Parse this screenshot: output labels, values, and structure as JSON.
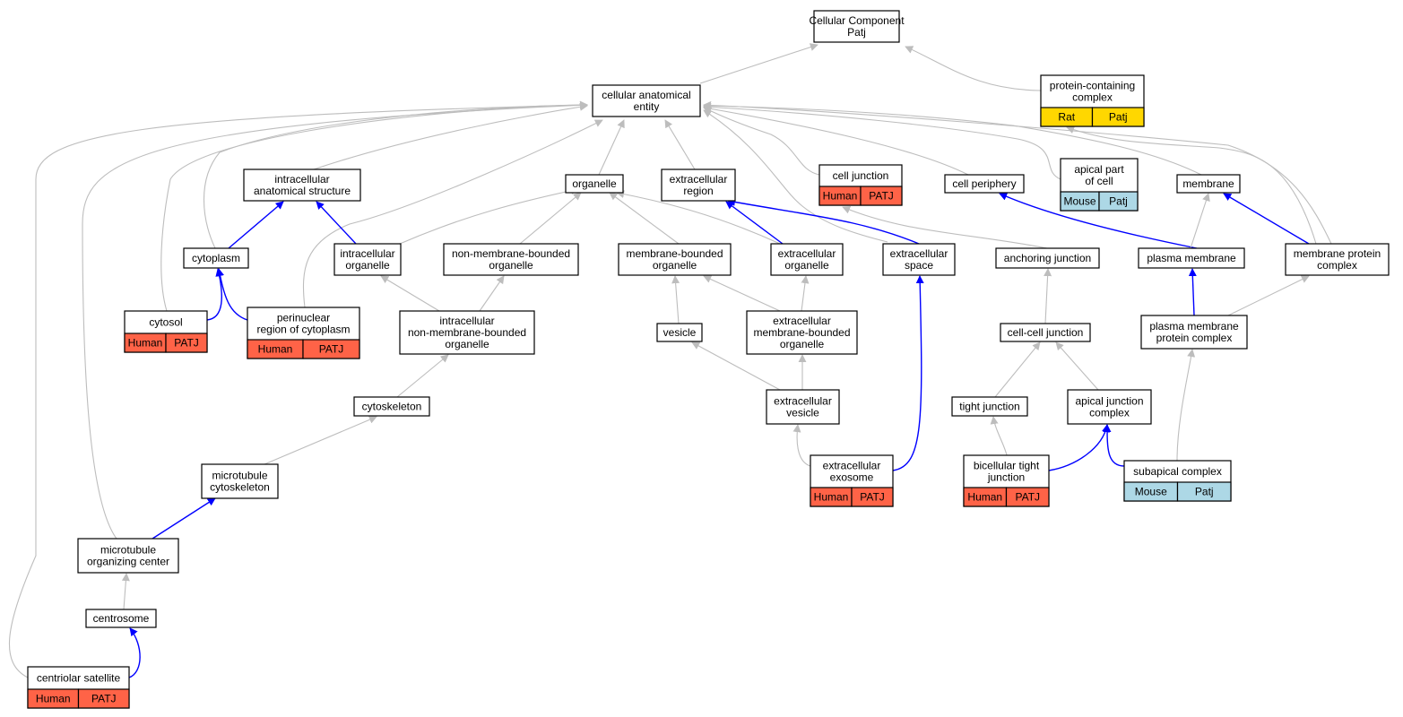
{
  "nodes": {
    "root": {
      "lines": [
        "Cellular Component",
        "Patj"
      ]
    },
    "cae": {
      "lines": [
        "cellular anatomical",
        "entity"
      ]
    },
    "pcc": {
      "lines": [
        "protein-containing",
        "complex"
      ],
      "tags": [
        "Rat",
        "Patj"
      ],
      "color": "#FFD700"
    },
    "ias": {
      "lines": [
        "intracellular",
        "anatomical structure"
      ]
    },
    "organelle": {
      "lines": [
        "organelle"
      ]
    },
    "ecr": {
      "lines": [
        "extracellular",
        "region"
      ]
    },
    "cj": {
      "lines": [
        "cell junction"
      ],
      "tags": [
        "Human",
        "PATJ"
      ],
      "color": "#FF6347"
    },
    "cp": {
      "lines": [
        "cell periphery"
      ]
    },
    "apc": {
      "lines": [
        "apical part",
        "of cell"
      ],
      "tags": [
        "Mouse",
        "Patj"
      ],
      "color": "#ADD8E6"
    },
    "membrane": {
      "lines": [
        "membrane"
      ]
    },
    "cytoplasm": {
      "lines": [
        "cytoplasm"
      ]
    },
    "io": {
      "lines": [
        "intracellular",
        "organelle"
      ]
    },
    "nmbo": {
      "lines": [
        "non-membrane-bounded",
        "organelle"
      ]
    },
    "mbo": {
      "lines": [
        "membrane-bounded",
        "organelle"
      ]
    },
    "eco": {
      "lines": [
        "extracellular",
        "organelle"
      ]
    },
    "ecs": {
      "lines": [
        "extracellular",
        "space"
      ]
    },
    "aj": {
      "lines": [
        "anchoring junction"
      ]
    },
    "pm": {
      "lines": [
        "plasma membrane"
      ]
    },
    "mpc": {
      "lines": [
        "membrane protein",
        "complex"
      ]
    },
    "cytosol": {
      "lines": [
        "cytosol"
      ],
      "tags": [
        "Human",
        "PATJ"
      ],
      "color": "#FF6347"
    },
    "prc": {
      "lines": [
        "perinuclear",
        "region of cytoplasm"
      ],
      "tags": [
        "Human",
        "PATJ"
      ],
      "color": "#FF6347"
    },
    "inmbo": {
      "lines": [
        "intracellular",
        "non-membrane-bounded",
        "organelle"
      ]
    },
    "vesicle": {
      "lines": [
        "vesicle"
      ]
    },
    "ecmbo": {
      "lines": [
        "extracellular",
        "membrane-bounded",
        "organelle"
      ]
    },
    "ccj": {
      "lines": [
        "cell-cell junction"
      ]
    },
    "pmpc": {
      "lines": [
        "plasma membrane",
        "protein complex"
      ]
    },
    "cytoskeleton": {
      "lines": [
        "cytoskeleton"
      ]
    },
    "ecv": {
      "lines": [
        "extracellular",
        "vesicle"
      ]
    },
    "tj": {
      "lines": [
        "tight junction"
      ]
    },
    "ajc": {
      "lines": [
        "apical junction",
        "complex"
      ]
    },
    "mtc": {
      "lines": [
        "microtubule",
        "cytoskeleton"
      ]
    },
    "exosome": {
      "lines": [
        "extracellular",
        "exosome"
      ],
      "tags": [
        "Human",
        "PATJ"
      ],
      "color": "#FF6347"
    },
    "btj": {
      "lines": [
        "bicellular tight",
        "junction"
      ],
      "tags": [
        "Human",
        "PATJ"
      ],
      "color": "#FF6347"
    },
    "sac": {
      "lines": [
        "subapical complex"
      ],
      "tags": [
        "Mouse",
        "Patj"
      ],
      "color": "#ADD8E6"
    },
    "mtoc": {
      "lines": [
        "microtubule",
        "organizing center"
      ]
    },
    "centrosome": {
      "lines": [
        "centrosome"
      ]
    },
    "cs": {
      "lines": [
        "centriolar satellite"
      ],
      "tags": [
        "Human",
        "PATJ"
      ],
      "color": "#FF6347"
    }
  },
  "edges": [
    {
      "from": "cae",
      "to": "root",
      "kind": "is_a"
    },
    {
      "from": "pcc",
      "to": "root",
      "kind": "is_a"
    },
    {
      "from": "ias",
      "to": "cae",
      "kind": "is_a"
    },
    {
      "from": "organelle",
      "to": "cae",
      "kind": "is_a"
    },
    {
      "from": "ecr",
      "to": "cae",
      "kind": "is_a"
    },
    {
      "from": "cj",
      "to": "cae",
      "kind": "is_a"
    },
    {
      "from": "cp",
      "to": "cae",
      "kind": "is_a"
    },
    {
      "from": "apc",
      "to": "cae",
      "kind": "is_a"
    },
    {
      "from": "membrane",
      "to": "cae",
      "kind": "is_a"
    },
    {
      "from": "cytoplasm",
      "to": "cae",
      "kind": "is_a"
    },
    {
      "from": "cytosol",
      "to": "cae",
      "kind": "is_a"
    },
    {
      "from": "prc",
      "to": "cae",
      "kind": "is_a"
    },
    {
      "from": "ecs",
      "to": "cae",
      "kind": "is_a"
    },
    {
      "from": "mpc",
      "to": "cae",
      "kind": "is_a"
    },
    {
      "from": "mtoc",
      "to": "cae",
      "kind": "is_a"
    },
    {
      "from": "cs",
      "to": "cae",
      "kind": "is_a"
    },
    {
      "from": "mpc",
      "to": "pcc",
      "kind": "is_a"
    },
    {
      "from": "cytoplasm",
      "to": "ias",
      "kind": "part_of"
    },
    {
      "from": "io",
      "to": "ias",
      "kind": "part_of"
    },
    {
      "from": "io",
      "to": "organelle",
      "kind": "is_a"
    },
    {
      "from": "nmbo",
      "to": "organelle",
      "kind": "is_a"
    },
    {
      "from": "mbo",
      "to": "organelle",
      "kind": "is_a"
    },
    {
      "from": "eco",
      "to": "organelle",
      "kind": "is_a"
    },
    {
      "from": "eco",
      "to": "ecr",
      "kind": "part_of"
    },
    {
      "from": "ecs",
      "to": "ecr",
      "kind": "part_of"
    },
    {
      "from": "aj",
      "to": "cj",
      "kind": "is_a"
    },
    {
      "from": "pm",
      "to": "cp",
      "kind": "part_of"
    },
    {
      "from": "pm",
      "to": "membrane",
      "kind": "is_a"
    },
    {
      "from": "mpc",
      "to": "membrane",
      "kind": "part_of"
    },
    {
      "from": "cytosol",
      "to": "cytoplasm",
      "kind": "part_of"
    },
    {
      "from": "prc",
      "to": "cytoplasm",
      "kind": "part_of"
    },
    {
      "from": "inmbo",
      "to": "io",
      "kind": "is_a"
    },
    {
      "from": "inmbo",
      "to": "nmbo",
      "kind": "is_a"
    },
    {
      "from": "vesicle",
      "to": "mbo",
      "kind": "is_a"
    },
    {
      "from": "ecmbo",
      "to": "mbo",
      "kind": "is_a"
    },
    {
      "from": "ecmbo",
      "to": "eco",
      "kind": "is_a"
    },
    {
      "from": "ccj",
      "to": "aj",
      "kind": "is_a"
    },
    {
      "from": "pmpc",
      "to": "pm",
      "kind": "part_of"
    },
    {
      "from": "pmpc",
      "to": "mpc",
      "kind": "is_a"
    },
    {
      "from": "cytoskeleton",
      "to": "inmbo",
      "kind": "is_a"
    },
    {
      "from": "ecv",
      "to": "vesicle",
      "kind": "is_a"
    },
    {
      "from": "ecv",
      "to": "ecmbo",
      "kind": "is_a"
    },
    {
      "from": "tj",
      "to": "ccj",
      "kind": "is_a"
    },
    {
      "from": "ajc",
      "to": "ccj",
      "kind": "is_a"
    },
    {
      "from": "mtc",
      "to": "cytoskeleton",
      "kind": "is_a"
    },
    {
      "from": "exosome",
      "to": "ecv",
      "kind": "is_a"
    },
    {
      "from": "exosome",
      "to": "ecs",
      "kind": "part_of"
    },
    {
      "from": "btj",
      "to": "tj",
      "kind": "is_a"
    },
    {
      "from": "btj",
      "to": "ajc",
      "kind": "part_of"
    },
    {
      "from": "sac",
      "to": "ajc",
      "kind": "part_of"
    },
    {
      "from": "sac",
      "to": "pmpc",
      "kind": "is_a"
    },
    {
      "from": "mtoc",
      "to": "mtc",
      "kind": "part_of"
    },
    {
      "from": "centrosome",
      "to": "mtoc",
      "kind": "is_a"
    },
    {
      "from": "cs",
      "to": "centrosome",
      "kind": "part_of"
    }
  ],
  "colors": {
    "is_a_edge": "#BDBDBD",
    "part_of_edge": "#0000FF",
    "node_border": "#000000",
    "node_fill": "#FFFFFF",
    "human": "#FF6347",
    "mouse": "#ADD8E6",
    "rat": "#FFD700"
  }
}
